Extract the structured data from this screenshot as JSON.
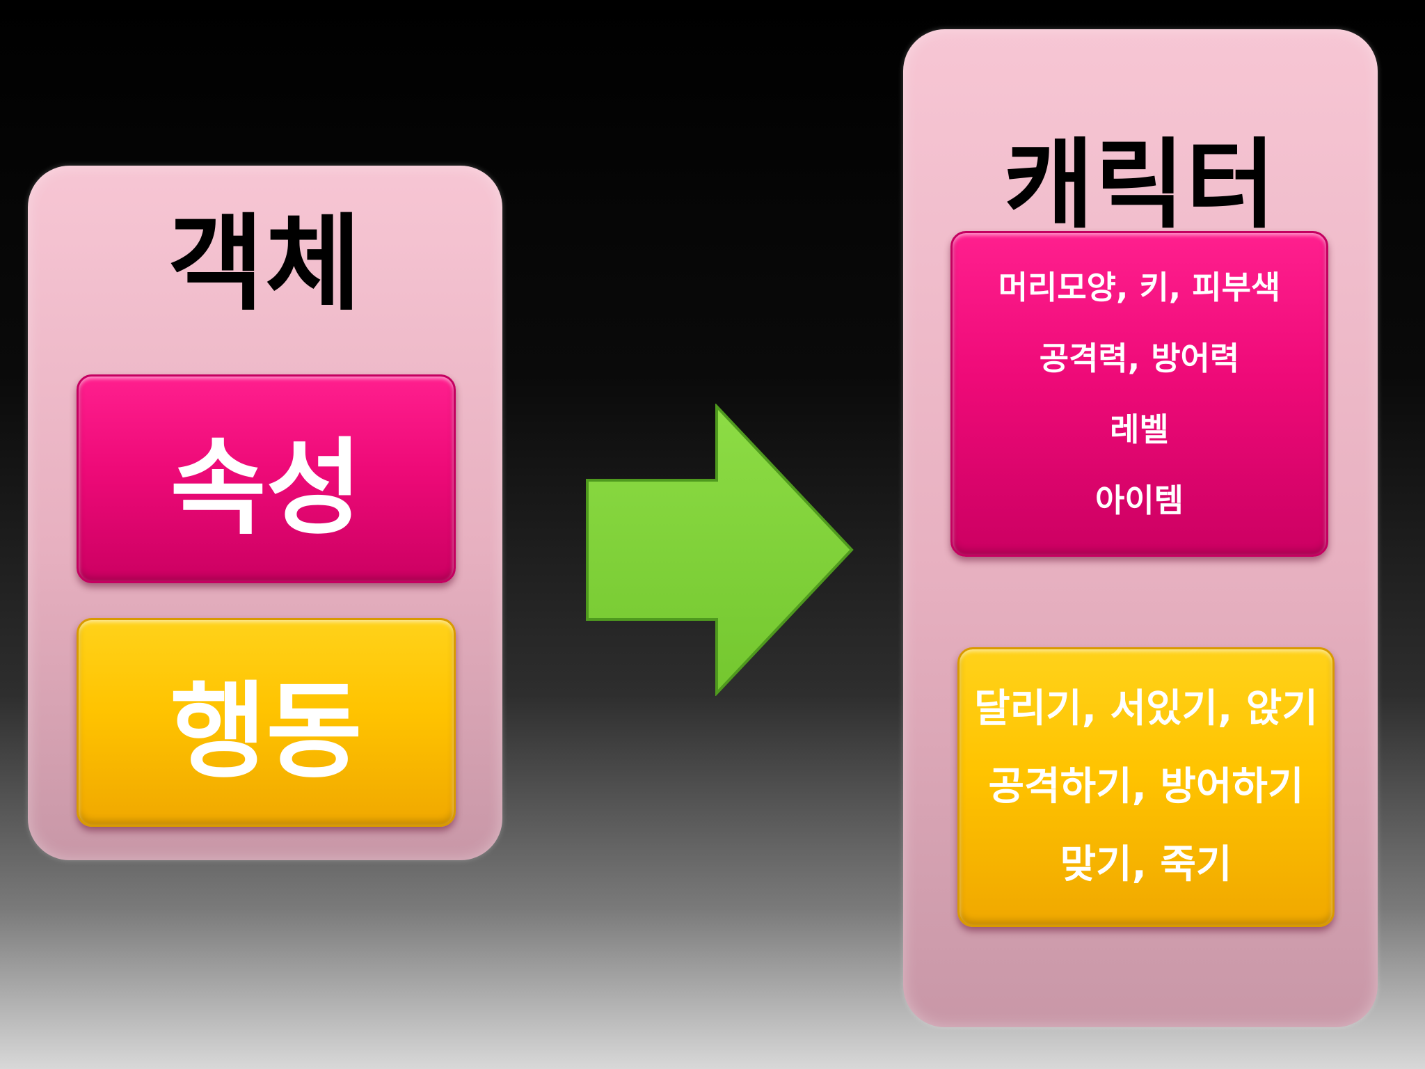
{
  "left_panel": {
    "title": "객체",
    "attribute_label": "속성",
    "behavior_label": "행동"
  },
  "right_panel": {
    "title": "캐릭터",
    "attributes": [
      "머리모양, 키, 피부색",
      "공격력, 방어력",
      "레벨",
      "아이템"
    ],
    "behaviors": [
      "달리기, 서있기, 앉기",
      "공격하기, 방어하기",
      "맞기, 죽기"
    ]
  },
  "colors": {
    "panel": "#f4c1cf",
    "attribute_box": "#ee0a78",
    "behavior_box": "#ffc300",
    "arrow": "#7ed23a",
    "arrow_border": "#4f9a1e"
  }
}
